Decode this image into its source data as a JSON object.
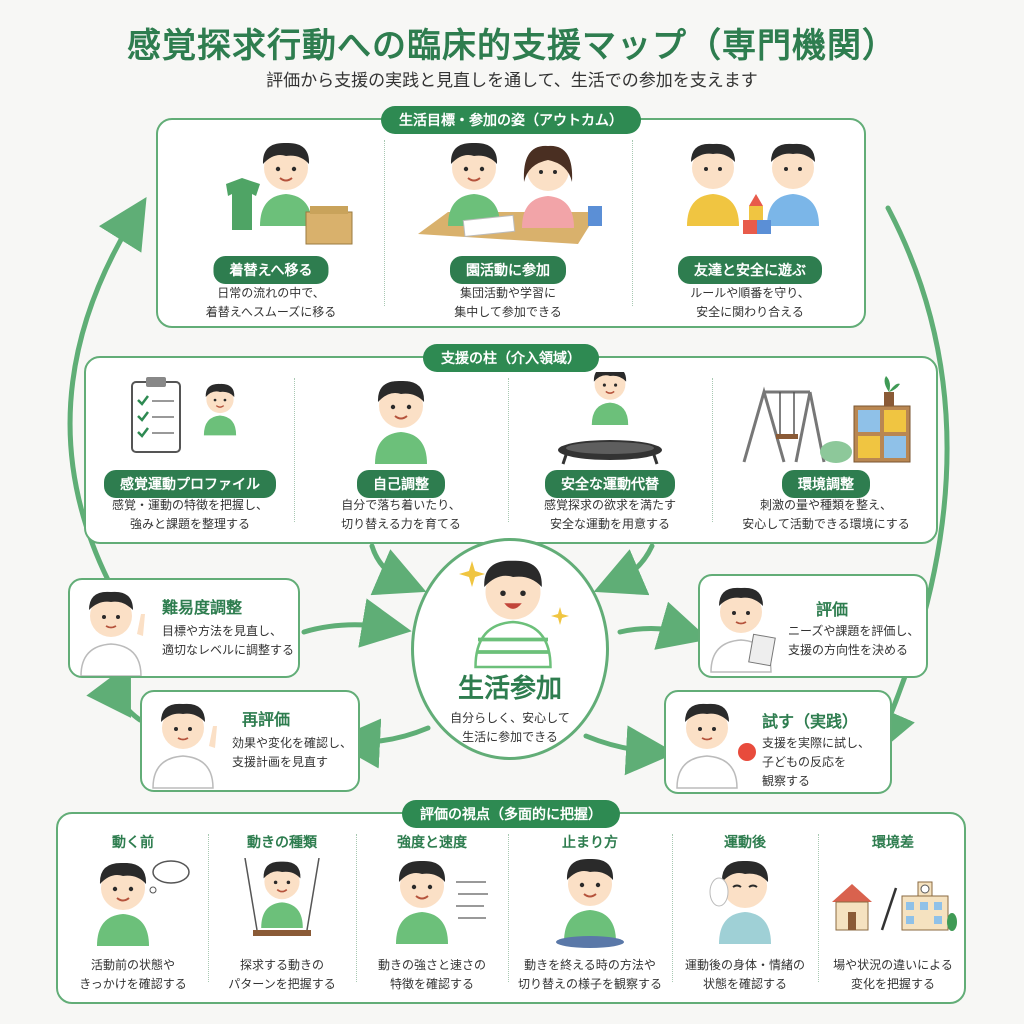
{
  "header": {
    "title": "感覚探求行動への臨床的支援マップ（専門機関）",
    "subtitle": "評価から支援の実践と見直しを通して、生活での参加を支えます"
  },
  "outcomes": {
    "label": "生活目標・参加の姿（アウトカム）",
    "items": [
      {
        "title": "着替えへ移る",
        "desc": [
          "日常の流れの中で、",
          "着替えへスムーズに移る"
        ]
      },
      {
        "title": "園活動に参加",
        "desc": [
          "集団活動や学習に",
          "集中して参加できる"
        ]
      },
      {
        "title": "友達と安全に遊ぶ",
        "desc": [
          "ルールや順番を守り、",
          "安全に関わり合える"
        ]
      }
    ]
  },
  "pillars": {
    "label": "支援の柱（介入領域）",
    "items": [
      {
        "title": "感覚運動プロファイル",
        "desc": [
          "感覚・運動の特徴を把握し、",
          "強みと課題を整理する"
        ]
      },
      {
        "title": "自己調整",
        "desc": [
          "自分で落ち着いたり、",
          "切り替える力を育てる"
        ]
      },
      {
        "title": "安全な運動代替",
        "desc": [
          "感覚探求の欲求を満たす",
          "安全な運動を用意する"
        ]
      },
      {
        "title": "環境調整",
        "desc": [
          "刺激の量や種類を整え、",
          "安心して活動できる環境にする"
        ]
      }
    ]
  },
  "center": {
    "title": "生活参加",
    "desc": [
      "自分らしく、安心して",
      "生活に参加できる"
    ]
  },
  "cycle": {
    "difficulty": {
      "title": "難易度調整",
      "desc": [
        "目標や方法を見直し、",
        "適切なレベルに調整する"
      ]
    },
    "reevaluate": {
      "title": "再評価",
      "desc": [
        "効果や変化を確認し、",
        "支援計画を見直す"
      ]
    },
    "evaluate": {
      "title": "評価",
      "desc": [
        "ニーズや課題を評価し、",
        "支援の方向性を決める"
      ]
    },
    "trial": {
      "title": "試す（実践）",
      "desc": [
        "支援を実際に試し、",
        "子どもの反応を",
        "観察する"
      ]
    }
  },
  "viewpoints": {
    "label": "評価の視点（多面的に把握）",
    "items": [
      {
        "title": "動く前",
        "desc": [
          "活動前の状態や",
          "きっかけを確認する"
        ]
      },
      {
        "title": "動きの種類",
        "desc": [
          "探求する動きの",
          "パターンを把握する"
        ]
      },
      {
        "title": "強度と速度",
        "desc": [
          "動きの強さと速さの",
          "特徴を確認する"
        ]
      },
      {
        "title": "止まり方",
        "desc": [
          "動きを終える時の方法や",
          "切り替えの様子を観察する"
        ]
      },
      {
        "title": "運動後",
        "desc": [
          "運動後の身体・情緒の",
          "状態を確認する"
        ]
      },
      {
        "title": "環境差",
        "desc": [
          "場や状況の違いによる",
          "変化を把握する"
        ]
      }
    ]
  },
  "colors": {
    "accent": "#2e7d4f",
    "border": "#62ad77",
    "skin": "#fbe0c6",
    "hair": "#2a2a2a",
    "shirt": "#6cc07a"
  },
  "icons": [
    "boy-icon",
    "clipboard-icon",
    "trampoline-icon",
    "swing-icon",
    "shelf-icon",
    "house-icon",
    "school-icon",
    "ball-icon",
    "sparkle-icon"
  ]
}
